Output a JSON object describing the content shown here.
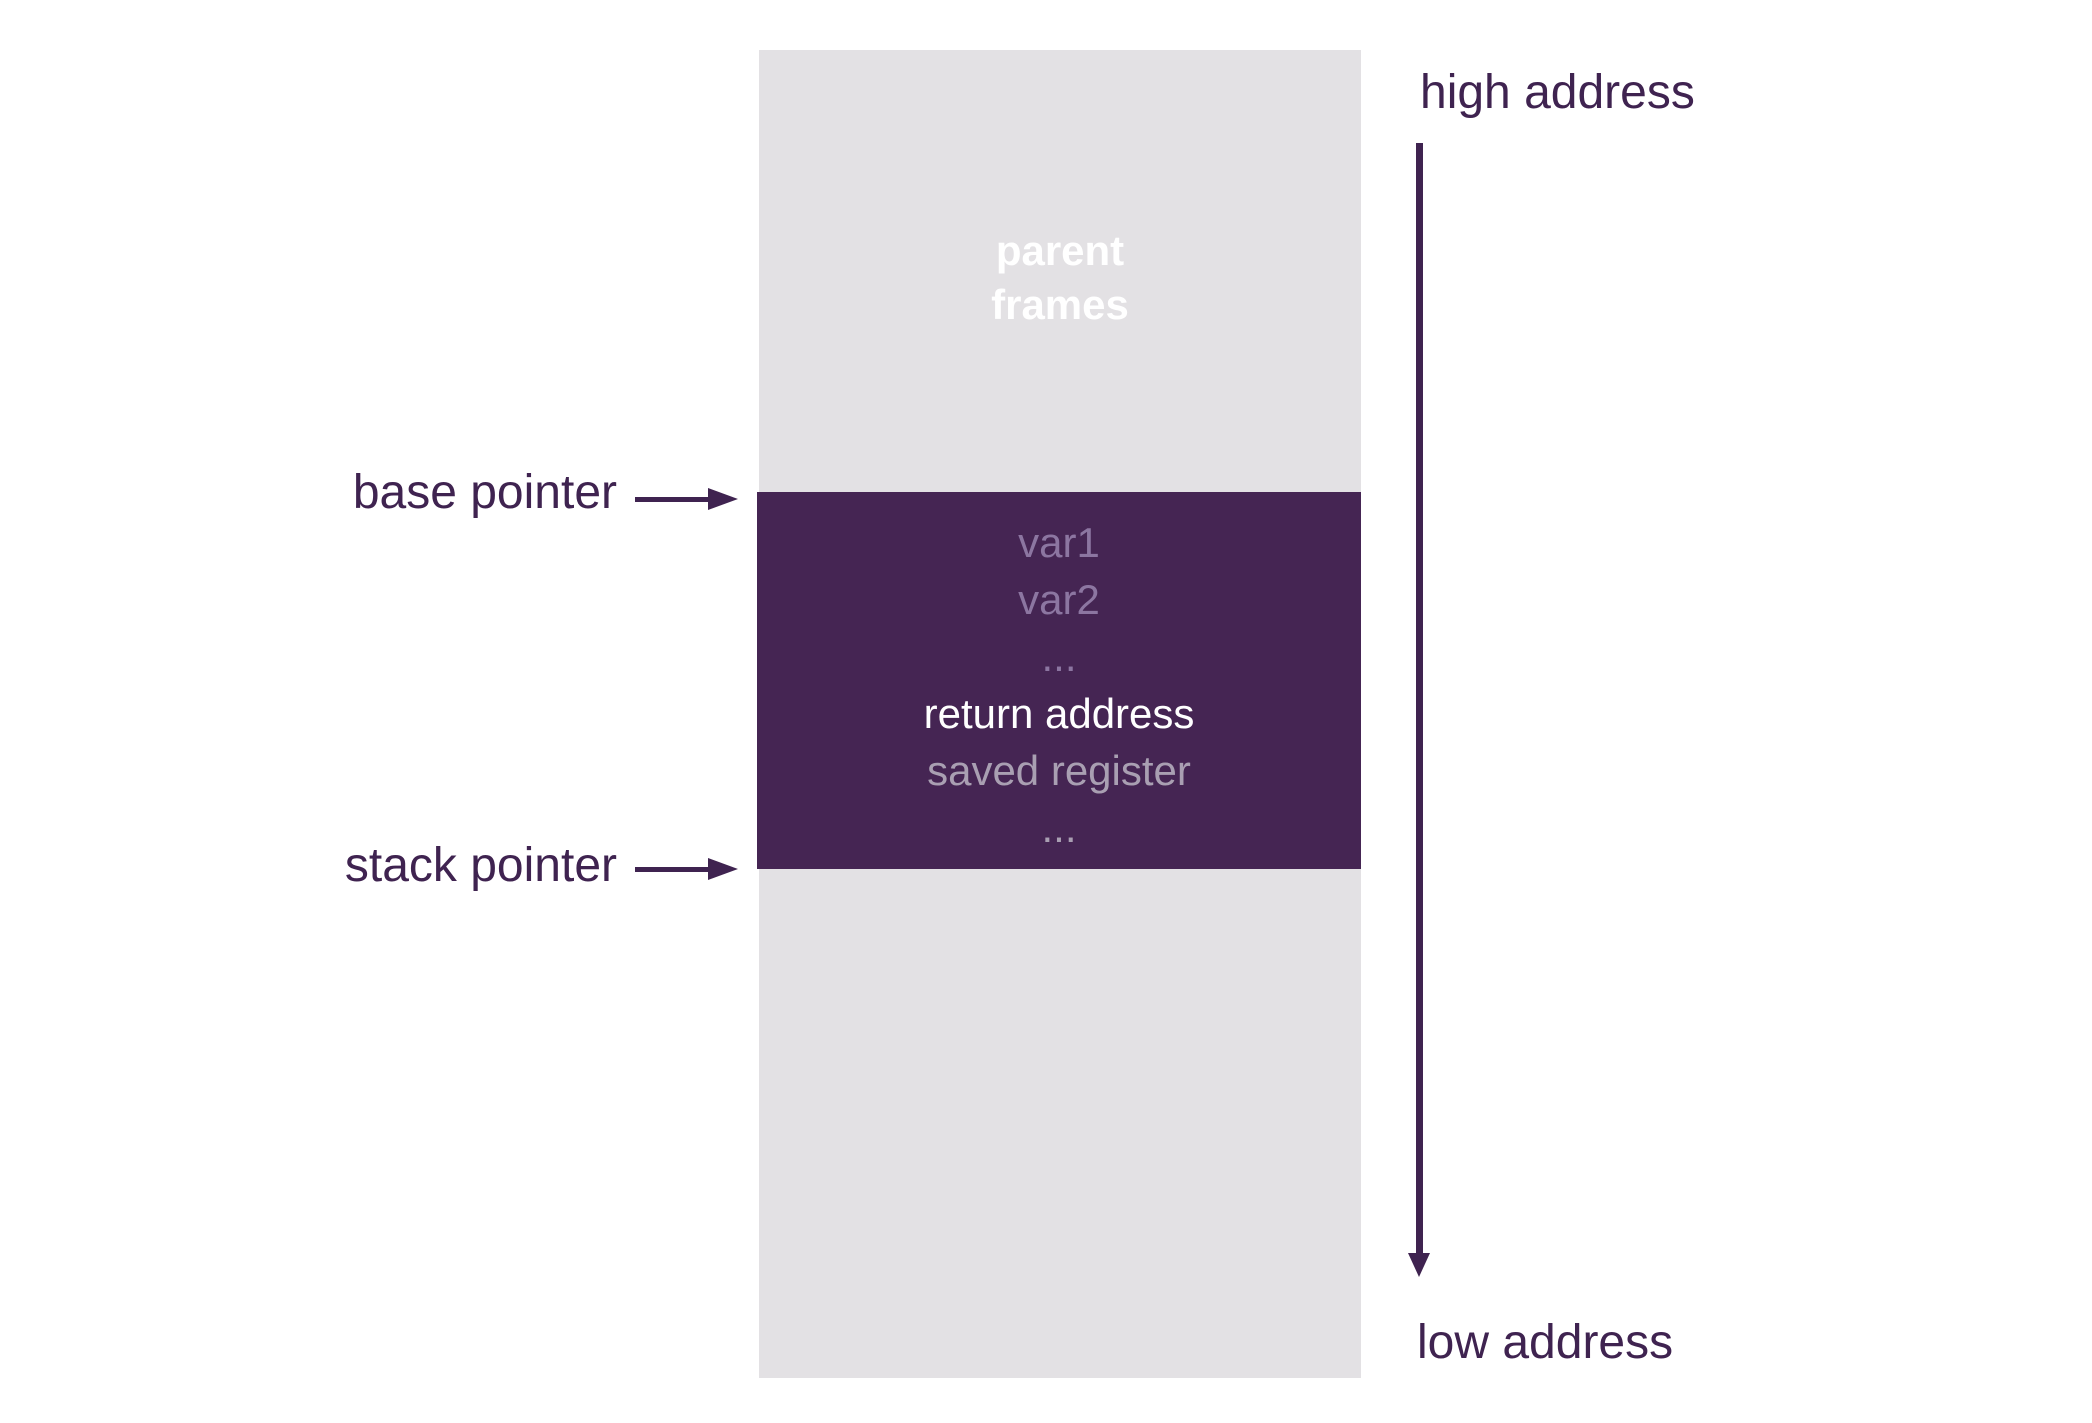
{
  "colors": {
    "page_bg": "#ffffff",
    "column_gray": "#e3e1e4",
    "frame_purple": "#452553",
    "ink_purple": "#3f2350",
    "muted_text": "#8c76a1",
    "light_text": "#a99fb2",
    "white_text": "#ffffff"
  },
  "column": {
    "parent_frames": {
      "line1": "parent",
      "line2": "frames"
    }
  },
  "frame": {
    "rows": [
      {
        "label": "var1"
      },
      {
        "label": "var2"
      },
      {
        "label": "..."
      },
      {
        "label": "return address"
      },
      {
        "label": "saved register"
      },
      {
        "label": "..."
      }
    ]
  },
  "pointers": {
    "base": "base pointer",
    "stack": "stack pointer"
  },
  "addresses": {
    "high": "high address",
    "low": "low address"
  }
}
